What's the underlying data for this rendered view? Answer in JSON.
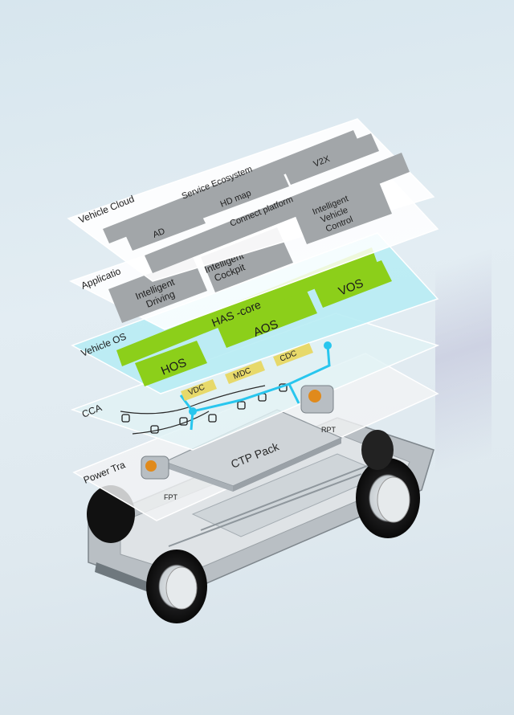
{
  "layers": {
    "cloud": {
      "label": "Vehicle Cloud",
      "boxes": [
        "Service Ecosystem",
        "V2X",
        "HD map",
        "AD",
        "Connect platform",
        "Intelligent Vehicle Control"
      ]
    },
    "application": {
      "label": "Applicatio",
      "boxes": [
        "Intelligent Cockpit",
        "Intelligent Driving"
      ]
    },
    "os": {
      "label": "Vehicle OS",
      "boxes": [
        "HAS -core",
        "VOS",
        "AOS",
        "HOS"
      ]
    },
    "cca": {
      "label": "CCA",
      "modules": [
        "VDC",
        "MDC",
        "CDC"
      ]
    },
    "power": {
      "label": "Power Tra",
      "pack": "CTP Pack",
      "motor_front": "FPT",
      "motor_rear": "RPT"
    }
  },
  "colors": {
    "gray_box": "#a2a6a9",
    "green_box": "#8ccf1a",
    "os_layer": "#b8ecf4",
    "bus_line": "#28c6ee",
    "yellow_module": "#e7d96a"
  }
}
